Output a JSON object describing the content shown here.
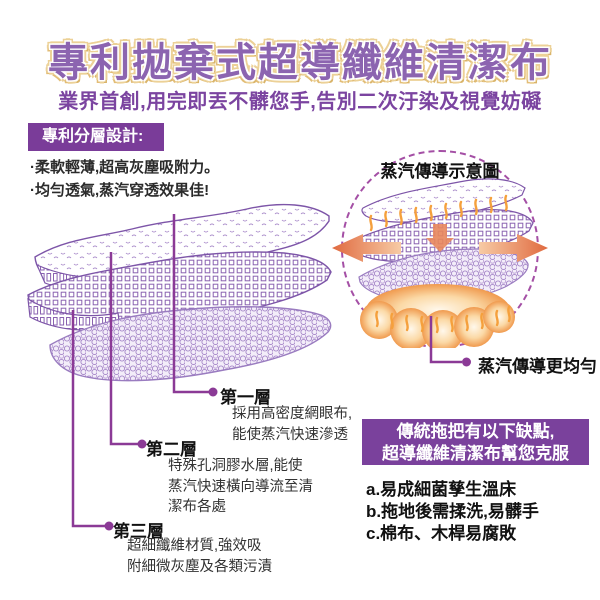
{
  "header": {
    "title": "專利拋棄式超導纖維清潔布",
    "subtitle": "業界首創,用完即丟不髒您手,告別二次汙染及視覺妨礙"
  },
  "feature": {
    "ribbon": "專利分層設計:",
    "bullets": [
      "·柔軟輕薄,超高灰塵吸附力。",
      "·均勻透氣,蒸汽穿透效果佳!"
    ]
  },
  "layers": {
    "first": {
      "label": "第一層",
      "desc_line1": "採用高密度網眼布,",
      "desc_line2": "能使蒸汽快速滲透"
    },
    "second": {
      "label": "第二層",
      "desc_line1": "特殊孔洞膠水層,能使",
      "desc_line2": "蒸汽快速橫向導流至清",
      "desc_line3": "潔布各處"
    },
    "third": {
      "label": "第三層",
      "desc_line1": "超細纖維材質,強效吸",
      "desc_line2": "附細微灰塵及各類污漬"
    }
  },
  "steam_diagram": {
    "title": "蒸汽傳導示意圖",
    "callout": "蒸汽傳導更均勻"
  },
  "drawbacks": {
    "heading_line1": "傳統拖把有以下缺點,",
    "heading_line2": "超導纖維清潔布幫您克服",
    "items": [
      "a.易成細菌孳生溫床",
      "b.拖地後需揉洗,易髒手",
      "c.棉布、木桿易腐敗"
    ]
  },
  "colors": {
    "title_purple": "#8c64b0",
    "title_outline_gold": "#e2bd77",
    "ribbon_purple": "#7a3c99",
    "box_purple": "#7a419c",
    "connector_purple": "#8b3a96",
    "illustration_stroke": "#7d55a8",
    "steam_orange": "#f5a03c",
    "arrow_orange": "#e06a40",
    "text_dark": "#2b2b2b"
  }
}
